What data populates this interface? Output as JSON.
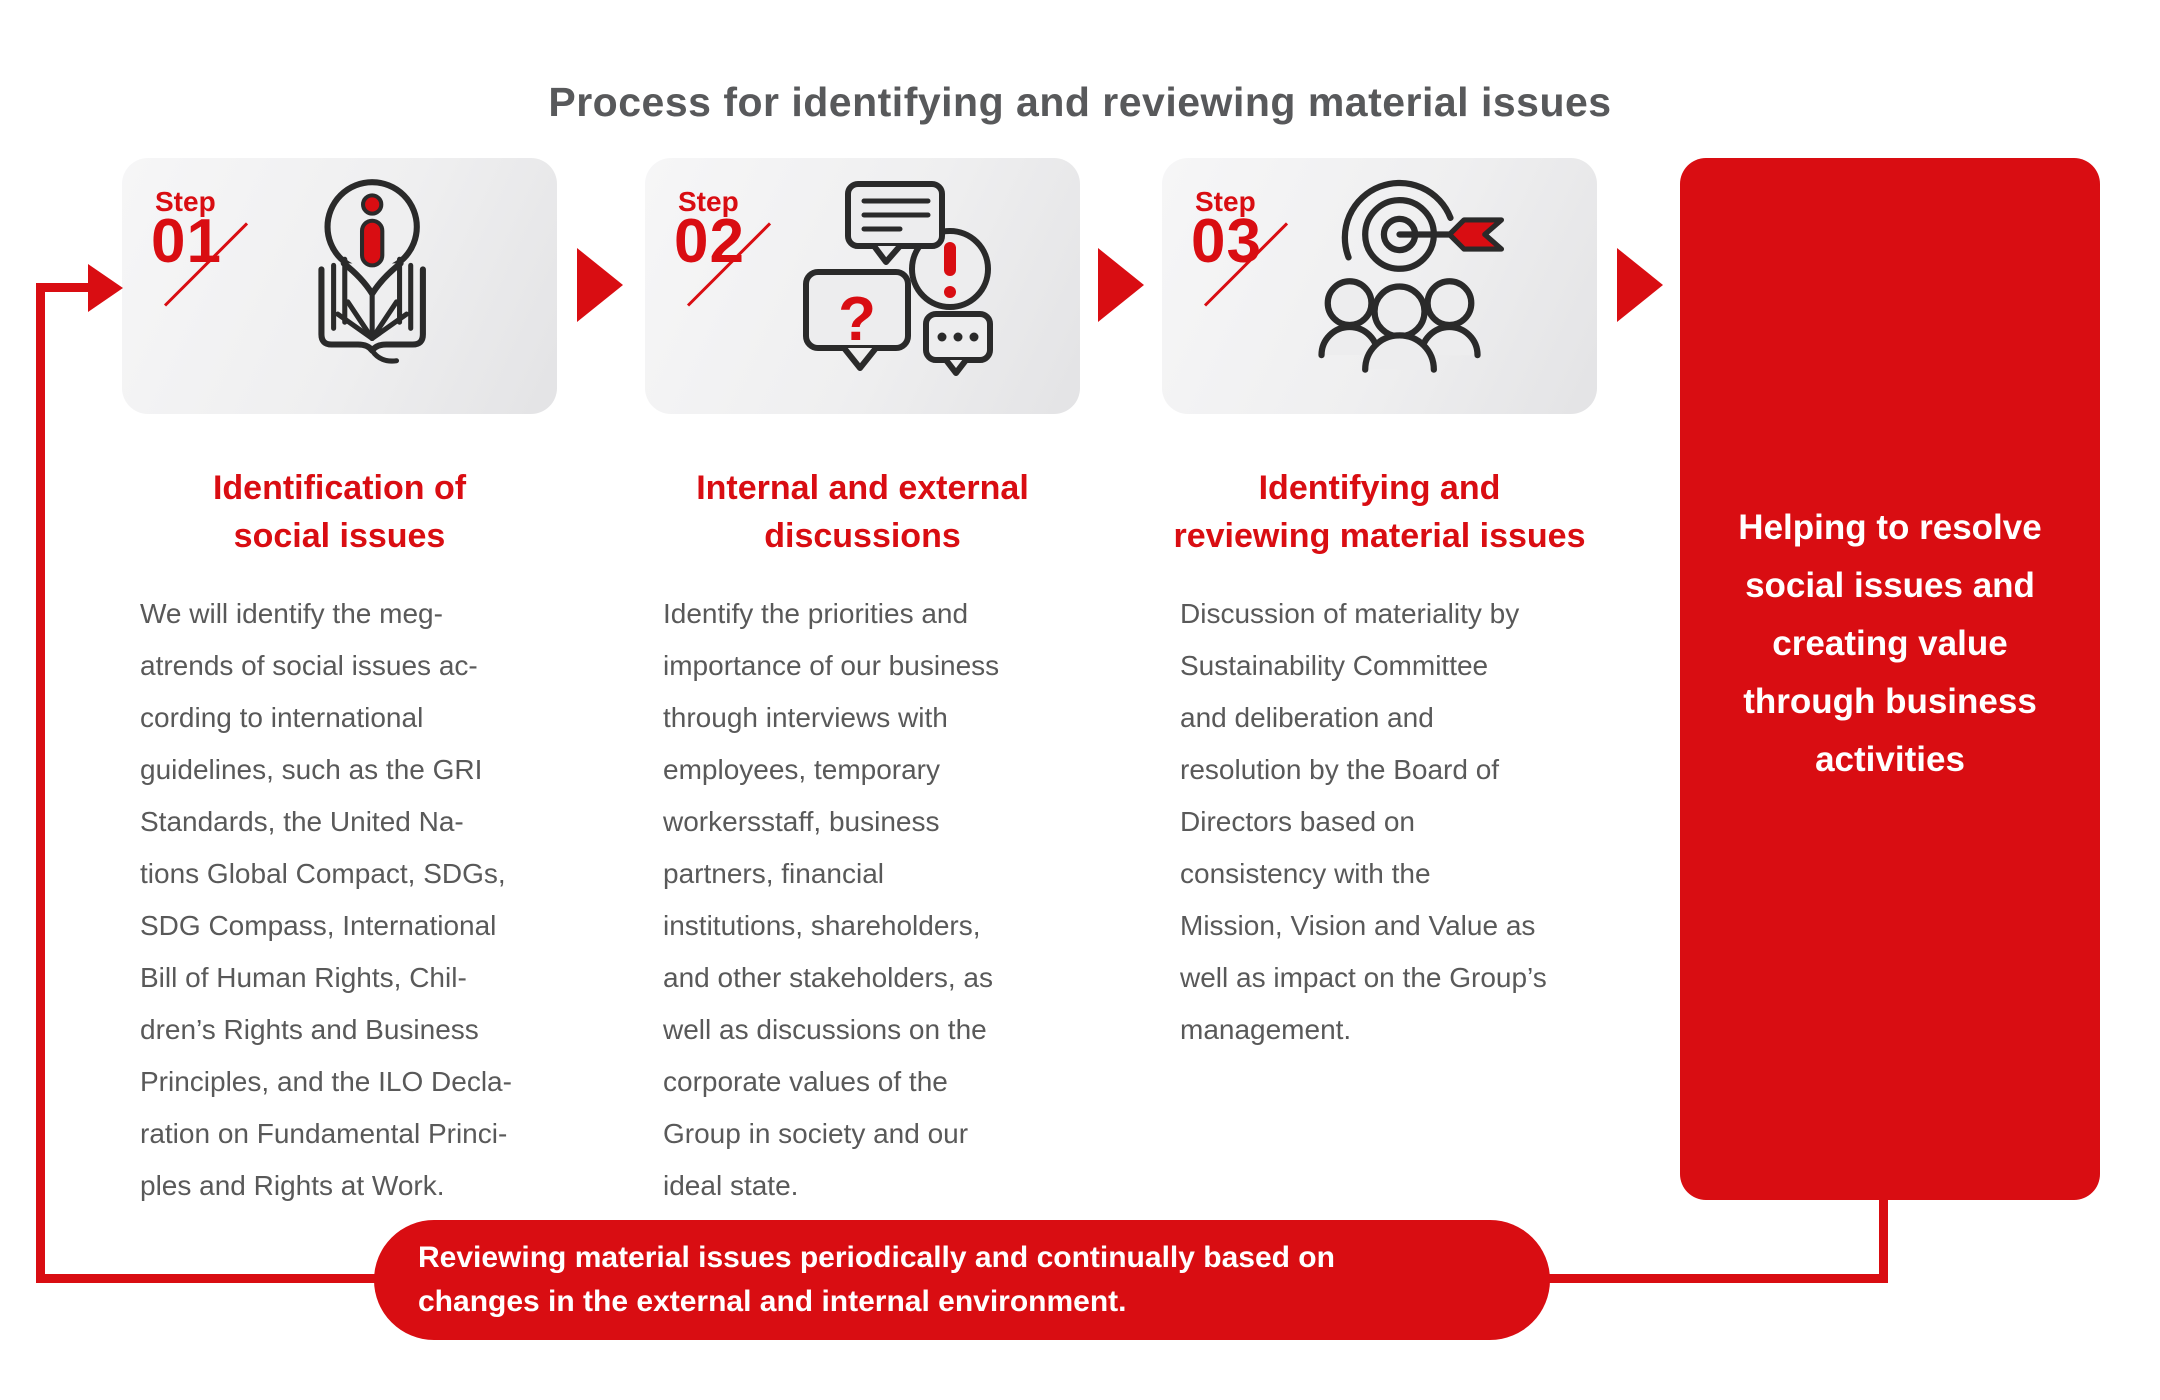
{
  "title": "Process for identifying and reviewing material issues",
  "colors": {
    "accent_red": "#d90d12",
    "title_gray": "#58595b",
    "body_gray": "#595959",
    "card_gradient_start": "#f6f6f7",
    "card_gradient_end": "#e3e3e5"
  },
  "steps": [
    {
      "label": "Step",
      "number": "01",
      "icon": "book-info-icon",
      "heading": [
        "Identification of",
        "social issues"
      ],
      "body": [
        "We will identify the meg-",
        "atrends of social issues ac-",
        "cording to international",
        "guidelines, such as the GRI",
        "Standards, the United Na-",
        "tions Global Compact, SDGs,",
        "SDG Compass, International",
        "Bill of Human Rights, Chil-",
        "dren’s Rights and Business",
        "Principles, and the ILO Decla-",
        "ration on Fundamental Princi-",
        "ples and Rights at Work."
      ]
    },
    {
      "label": "Step",
      "number": "02",
      "icon": "discussions-icon",
      "heading": [
        "Internal and external",
        "discussions"
      ],
      "body": [
        "Identify the priorities and",
        "importance of our business",
        "through interviews with",
        "employees, temporary",
        "workersstaff, business",
        "partners, financial",
        "institutions, shareholders,",
        "and other stakeholders, as",
        "well as discussions on the",
        "corporate values of the",
        "Group in society and our",
        "ideal state."
      ]
    },
    {
      "label": "Step",
      "number": "03",
      "icon": "target-people-icon",
      "heading": [
        "Identifying and",
        "reviewing material issues"
      ],
      "body": [
        "Discussion of materiality by",
        "Sustainability Committee",
        "and deliberation and",
        "resolution by the Board of",
        "Directors based on",
        "consistency with the",
        "Mission, Vision and Value as",
        "well as impact on the Group’s",
        "management."
      ]
    }
  ],
  "result_box": {
    "lines": [
      "Helping to resolve",
      "social issues and",
      "creating value",
      "through business",
      "activities"
    ]
  },
  "feedback_banner": {
    "lines": [
      "Reviewing material issues periodically and continually based on",
      "changes in the external and internal environment."
    ]
  }
}
